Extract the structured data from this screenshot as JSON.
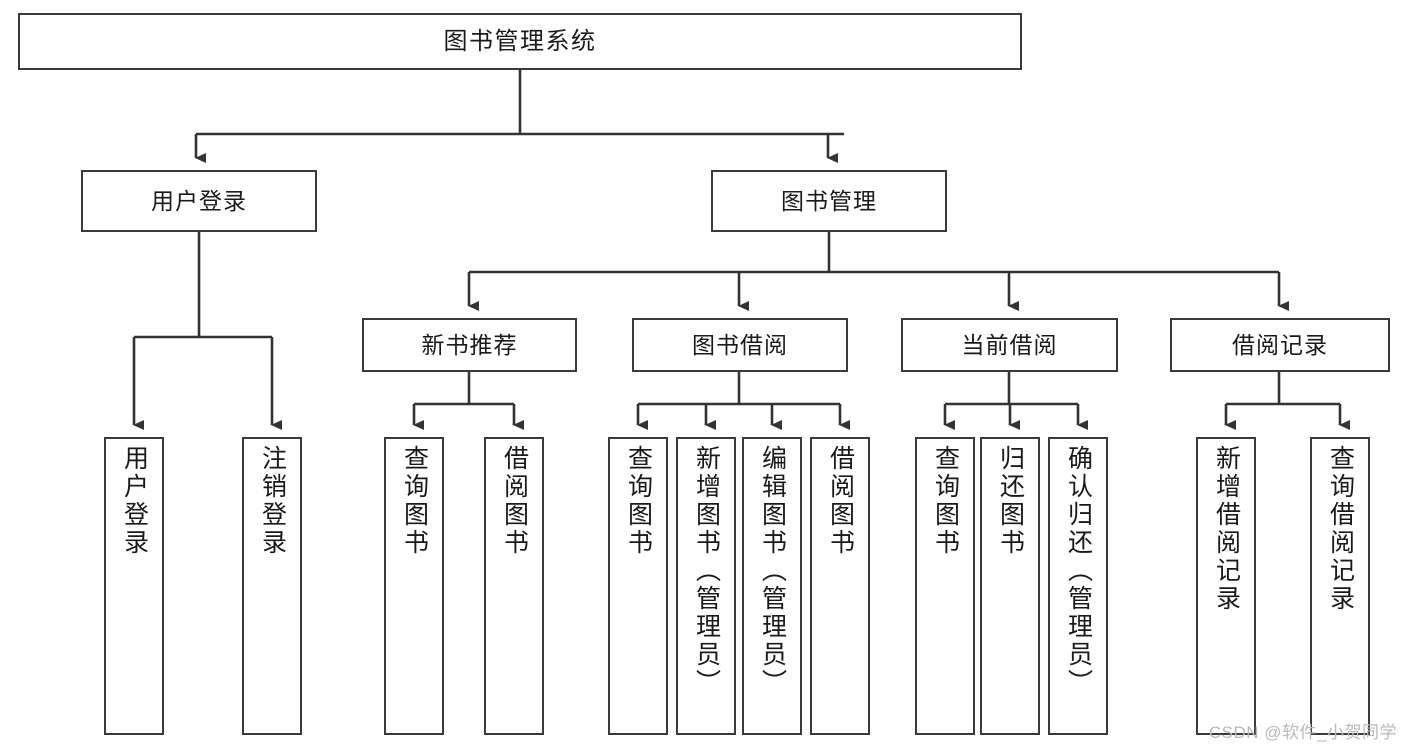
{
  "diagram": {
    "title": "图书管理系统",
    "type": "tree",
    "colors": {
      "box_border": "#3a3a3a",
      "box_fill": "#ffffff",
      "connector": "#333333",
      "text": "#1a1a1a",
      "watermark": "#b9b9b9"
    },
    "nodes": {
      "root": {
        "label": "图书管理系统"
      },
      "tier2": [
        {
          "id": "user-login",
          "label": "用户登录"
        },
        {
          "id": "book-management",
          "label": "图书管理"
        }
      ],
      "tier3": [
        {
          "id": "new-book-recommend",
          "label": "新书推荐"
        },
        {
          "id": "book-borrow",
          "label": "图书借阅"
        },
        {
          "id": "current-borrow",
          "label": "当前借阅"
        },
        {
          "id": "borrow-record",
          "label": "借阅记录"
        }
      ],
      "leaves": {
        "user_login": [
          {
            "id": "leaf-user-login",
            "label": "用户登录"
          },
          {
            "id": "leaf-user-logout",
            "label": "注销登录"
          }
        ],
        "new_book_recommend": [
          {
            "id": "leaf-query-book-1",
            "label": "查询图书"
          },
          {
            "id": "leaf-borrow-book-1",
            "label": "借阅图书"
          }
        ],
        "book_borrow": [
          {
            "id": "leaf-query-book-2",
            "label": "查询图书"
          },
          {
            "id": "leaf-add-book",
            "label": "新增图书（管理员）"
          },
          {
            "id": "leaf-edit-book",
            "label": "编辑图书（管理员）"
          },
          {
            "id": "leaf-borrow-book-2",
            "label": "借阅图书"
          }
        ],
        "current_borrow": [
          {
            "id": "leaf-query-book-3",
            "label": "查询图书"
          },
          {
            "id": "leaf-return-book",
            "label": "归还图书"
          },
          {
            "id": "leaf-confirm-return",
            "label": "确认归还（管理员）"
          }
        ],
        "borrow_record": [
          {
            "id": "leaf-add-record",
            "label": "新增借阅记录"
          },
          {
            "id": "leaf-query-record",
            "label": "查询借阅记录"
          }
        ]
      }
    },
    "watermark": "CSDN @软件_小贺同学"
  }
}
